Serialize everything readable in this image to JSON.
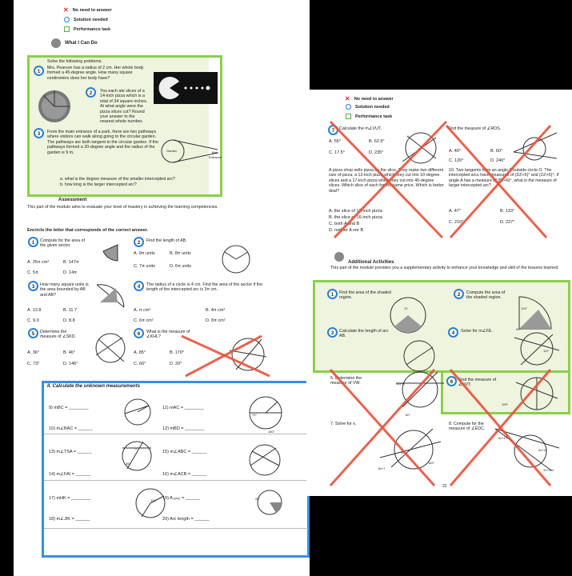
{
  "legend": {
    "no_answer": "No need to answer",
    "solution": "Solution needed",
    "task": "Performance task"
  },
  "left": {
    "what_i_can_do": "What I Can Do",
    "intro": "Solve the following problems.",
    "p1": "Mrs. Pearson has a radius of 2 cm. Her whole body formed a 45-degree angle. How many square centimeters does her body have?",
    "p2": "You each ate slices of a 14-inch pizza which is a total of 34 square inches. At what angle were the pizza slices cut? Round your answer to the nearest whole number.",
    "p3a": "From the main entrance of a park, there are two pathways where visitors can walk along going to the circular garden. The pathways are both tangent to the circular garden. If the pathways formed a 20-degree angle and the radius of the garden is 9 m,",
    "p3b": "a. what is the degree measure of the smaller intercepted arc?",
    "p3c": "b. how long is the larger intercepted arc?",
    "garden": "Garden",
    "entrance": "Main Entrance",
    "assessment": "Assessment",
    "assessment_text": "This part of the module aims to evaluate your level of mastery in achieving the learning competencies.",
    "encircle": "Encircle the letter that corresponds of the correct answer.",
    "q1": "Compute for the area of the given sector.",
    "q1a": "A. 25π cm²",
    "q1b": "B. 147π",
    "q1c": "C. 5π",
    "q1d": "D. 14π",
    "q2": "Find the length of AB.",
    "q2a": "A. 9π units",
    "q2b": "B. 8π units",
    "q2c": "C. 7π units",
    "q2d": "D. 6π units",
    "q3": "How many square units is the area bounded by AB and AB?",
    "q3a": "A. 13.8",
    "q3b": "B. 11.7",
    "q3c": "C. 9.0",
    "q3d": "D. 8.8",
    "q4": "The radius of a circle is 4 cm. Find the area of the sector if the length of the intercepted arc is 3π cm.",
    "q4a": "A. π cm²",
    "q4b": "B. 4π cm²",
    "q4c": "C. 6π cm²",
    "q4d": "D. 8π cm²",
    "q5": "Determine the measure of ∠SKD.",
    "q5a": "A. 36°",
    "q5b": "B. 46°",
    "q5c": "C. 73°",
    "q5d": "D. 146°",
    "q6": "What is the measure of ∠KHL?",
    "q6a": "A. 85°",
    "q6b": "B. 170°",
    "q6c": "C. 66°",
    "q6d": "D. 20°",
    "unknown": "II. Calculate the unknown measurements",
    "c9": "9) mBC = ________",
    "c10": "10) m∠BAC = ______",
    "c11": "11) mAC = ________",
    "c12": "12) mBD = ________",
    "c13": "13) m∠TSA = ______",
    "c14": "14) m∠FAI = ______",
    "c15": "15) m∠ABC = ______",
    "c16": "16) m∠ACB = ______",
    "c17": "17) mHK = ________",
    "c18": "18) m∠JIK = ______",
    "c19": "19) Aₛₑₕₒᵣ = ______",
    "c20": "20) Arc length = ______",
    "d_79": "79°",
    "d_180": "180°",
    "d_36": "36°",
    "d_72": "72°",
    "d_20": "20°",
    "d_110": "110°"
  },
  "right": {
    "r7": "Calculate the m∠VUT.",
    "r7a": "A. 55°",
    "r7b": "B. 62.5°",
    "r7c": "C. 17.5°",
    "r7d": "D. 235°",
    "r8": "Find the measure of ∠ROS.",
    "r8a": "A. 40°",
    "r8b": "B. 60°",
    "r8c": "C. 120°",
    "r8d": "D. 240°",
    "r9": "A pizza shop sells pizza by the slice. They make two different size of pizza: a 12-inch pizza which they cut into 10-degree slices and a 17-inch pizza which they cut into 40-degree slices. Which slice of each for the same price. Which is better deal?",
    "r9a": "A. the slice of 12-inch pizza",
    "r9b": "B. the slice of 16-inch pizza",
    "r9c": "C. both A and B",
    "r9d": "D. neither A nor B",
    "r10": "10. Two tangents form an angle A outside circle O. The intercepted arcs have measures of (3ℤ+5)° and (2ℤ+5)°. If angle A has a measure of (5x+6)°, what is the measure of larger intercepted arc?",
    "r10a": "A. 47°",
    "r10b": "B. 133°",
    "r10c": "C. 210°",
    "r10d": "D. 227°",
    "additional": "Additional Activities",
    "additional_text": "This part of the module provides you a supplementary activity to enhance your knowledge and skill of the lessons learned.",
    "a1": "Find the area of the shaded region.",
    "a2": "Compute the area of the shaded region.",
    "a3": "Calculate the length of arc AB.",
    "a4": "Solve for m∠FE.",
    "a5": "5. Determine the measure of VW.",
    "a6": "Find the measure of ∠NVT.",
    "a7": "7. Solve for x.",
    "a8": "8. Compute for the measure of ∠EDC.",
    "ang_120": "120°",
    "ang_94": "94°",
    "ang_111": "111°",
    "ang_199": "199°",
    "ang_60": "60°",
    "ang_92": "92°",
    "ang_162": "162°",
    "e_6x7": "6x+7",
    "e_3x": "3x+17",
    "e_14x": "14x+9",
    "e_31": "31+10x",
    "e_4x": "4x+12",
    "e_12": "12",
    "page": "22"
  }
}
